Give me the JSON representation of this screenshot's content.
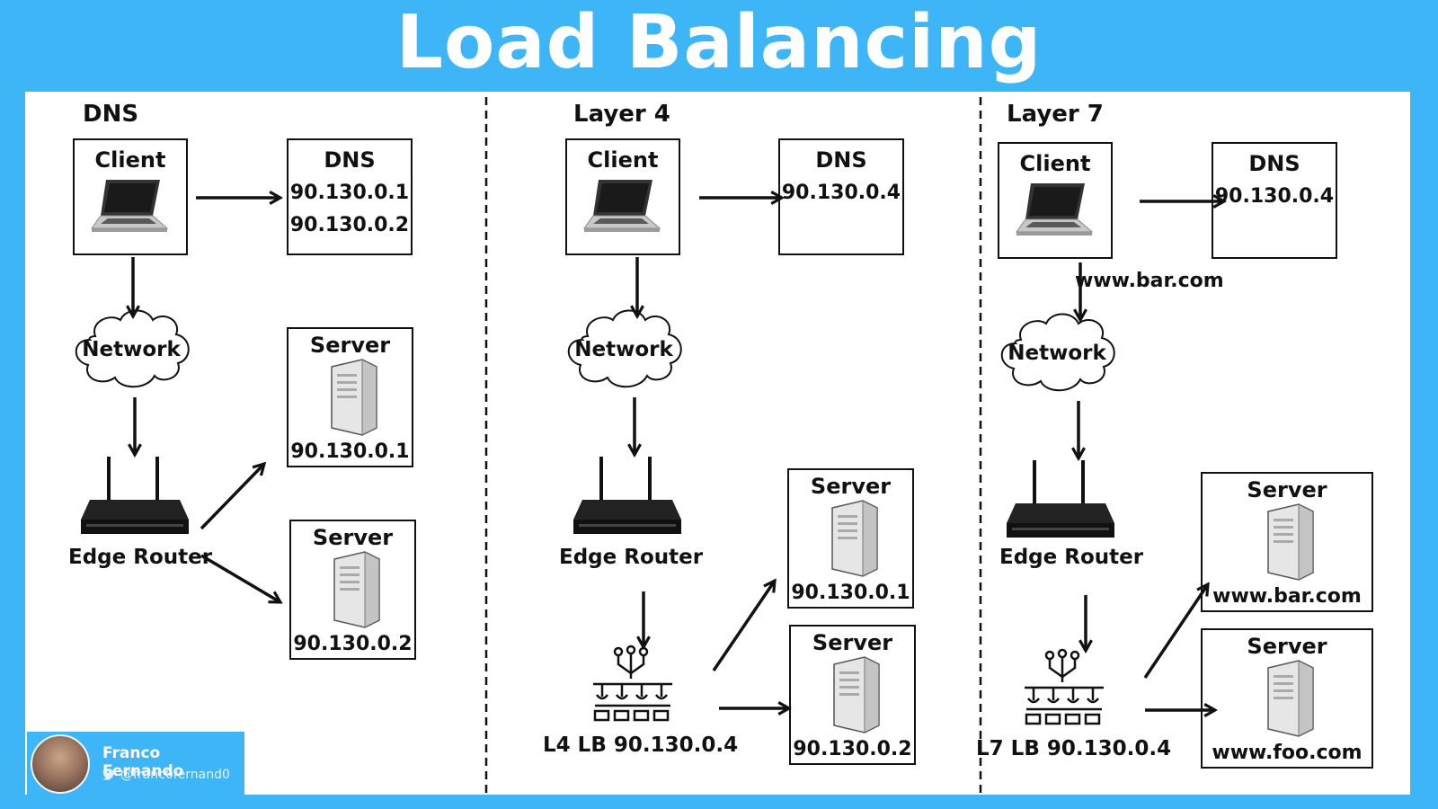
{
  "title": "Load Balancing",
  "colors": {
    "background": "#3db5f7",
    "panel": "#ffffff",
    "ink": "#111111"
  },
  "sections": {
    "dns": {
      "heading": "DNS",
      "client": "Client",
      "dns_box": {
        "title": "DNS",
        "lines": [
          "90.130.0.1",
          "90.130.0.2"
        ]
      },
      "network": "Network",
      "router": "Edge Router",
      "servers": [
        {
          "title": "Server",
          "label": "90.130.0.1"
        },
        {
          "title": "Server",
          "label": "90.130.0.2"
        }
      ]
    },
    "layer4": {
      "heading": "Layer 4",
      "client": "Client",
      "dns_box": {
        "title": "DNS",
        "lines": [
          "90.130.0.4"
        ]
      },
      "network": "Network",
      "router": "Edge Router",
      "lb": "L4 LB 90.130.0.4",
      "servers": [
        {
          "title": "Server",
          "label": "90.130.0.1"
        },
        {
          "title": "Server",
          "label": "90.130.0.2"
        }
      ]
    },
    "layer7": {
      "heading": "Layer 7",
      "client": "Client",
      "dns_box": {
        "title": "DNS",
        "lines": [
          "90.130.0.4"
        ]
      },
      "request_host": "www.bar.com",
      "network": "Network",
      "router": "Edge Router",
      "lb": "L7 LB 90.130.0.4",
      "servers": [
        {
          "title": "Server",
          "label": "www.bar.com"
        },
        {
          "title": "Server",
          "label": "www.foo.com"
        }
      ]
    }
  },
  "author": {
    "name": "Franco Fernando",
    "handle": "@franc0fernand0"
  },
  "icons": [
    "laptop-icon",
    "cloud-icon",
    "router-icon",
    "server-icon",
    "load-balancer-icon",
    "twitter-icon"
  ]
}
